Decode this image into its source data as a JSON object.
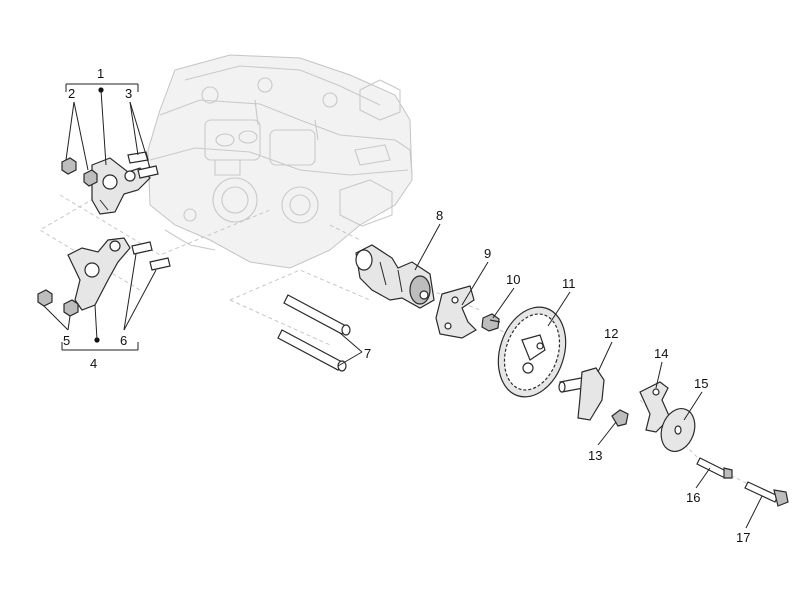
{
  "diagram": {
    "callouts": [
      {
        "number": "1"
      },
      {
        "number": "2"
      },
      {
        "number": "3"
      },
      {
        "number": "4"
      },
      {
        "number": "5"
      },
      {
        "number": "6"
      },
      {
        "number": "7"
      },
      {
        "number": "8"
      },
      {
        "number": "9"
      },
      {
        "number": "10"
      },
      {
        "number": "11"
      },
      {
        "number": "12"
      },
      {
        "number": "13"
      },
      {
        "number": "14"
      },
      {
        "number": "15"
      },
      {
        "number": "16"
      },
      {
        "number": "17"
      }
    ],
    "colors": {
      "background": "#ffffff",
      "linework": "#2a2a2a",
      "ghost_engine": "#c9c9c9"
    }
  }
}
